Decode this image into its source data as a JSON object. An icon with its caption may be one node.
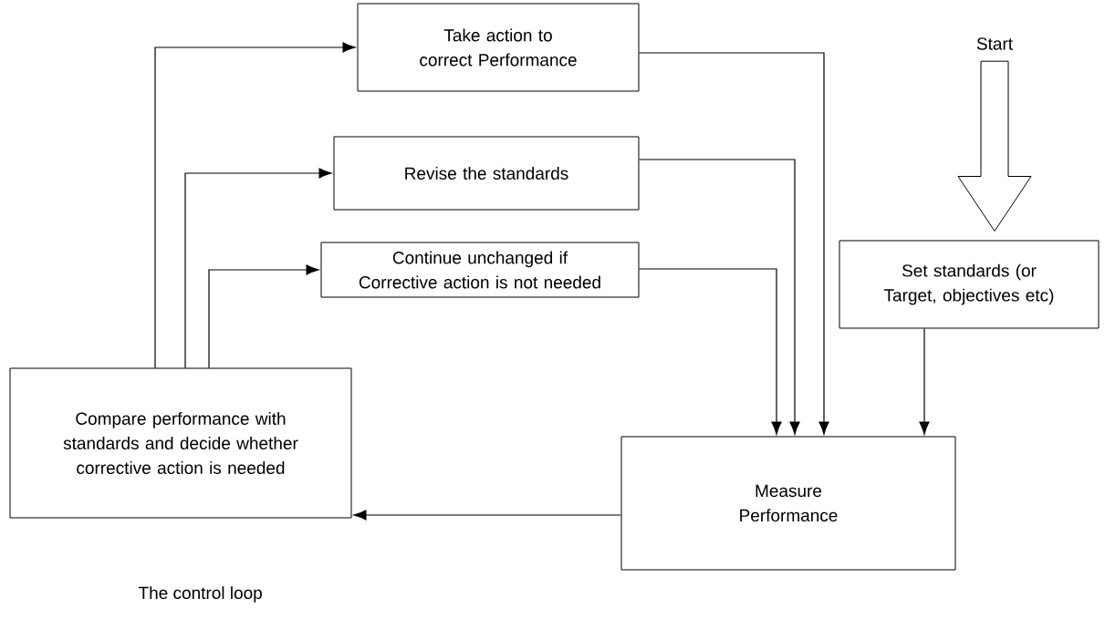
{
  "diagram": {
    "caption": "The control loop",
    "nodes": [
      {
        "text": [
          "Start"
        ]
      },
      {
        "text": [
          "Set standards (or Target, objectives etc)"
        ]
      },
      {
        "text": [
          "Take action to correct Performance"
        ]
      },
      {
        "text": [
          "Revise the standards"
        ]
      },
      {
        "text": [
          "Continue unchanged if Corrective action is not needed"
        ]
      },
      {
        "text": [
          "Measure Performance"
        ]
      },
      {
        "text": [
          "Compare performance with standards and decide whether corrective action is needed"
        ]
      }
    ],
    "edges": [
      {
        "from": 0,
        "to": 1,
        "arrow": "to",
        "style": "thick"
      },
      {
        "from": 1,
        "to": 5,
        "arrow": "to"
      },
      {
        "from": 5,
        "to": 6,
        "arrow": "to"
      },
      {
        "from": 6,
        "to": 2,
        "arrow": "to"
      },
      {
        "from": 6,
        "to": 3,
        "arrow": "to"
      },
      {
        "from": 6,
        "to": 4,
        "arrow": "to"
      },
      {
        "from": 2,
        "to": 5,
        "arrow": "to"
      },
      {
        "from": 3,
        "to": 5,
        "arrow": "to"
      },
      {
        "from": 4,
        "to": 5,
        "arrow": "to"
      }
    ]
  }
}
